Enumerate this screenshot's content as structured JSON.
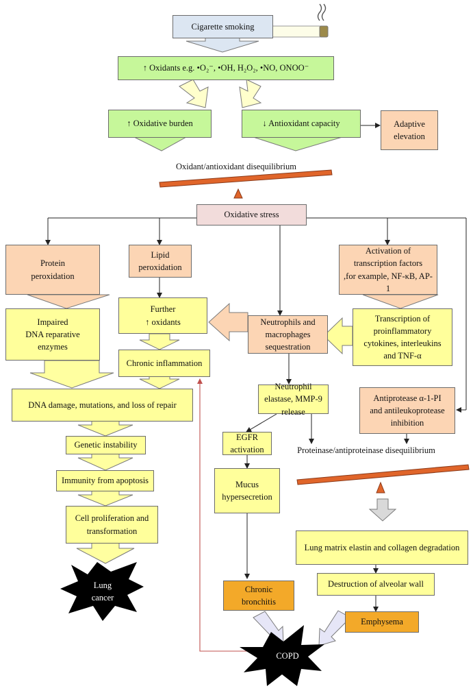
{
  "nodes": {
    "cigarette_smoking": "Cigarette smoking",
    "oxidants": "↑ Oxidants e.g. •O₂⁻, •OH, H₂O₂, •NO, ONOO⁻",
    "oxidative_burden": "↑ Oxidative burden",
    "antioxidant_capacity": "↓ Antioxidant capacity",
    "adaptive_elevation": "Adaptive\nelevation",
    "oxidant_disequilibrium": "Oxidant/antioxidant disequilibrium",
    "oxidative_stress": "Oxidative stress",
    "protein_peroxidation": "Protein\nperoxidation",
    "lipid_peroxidation": "Lipid\nperoxidation",
    "transcription_factors": "Activation of\ntranscription factors\n,for example, NF-κB, AP-1",
    "impaired_dna": "Impaired\nDNA reparative\nenzymes",
    "further_oxidants": "Further\n↑ oxidants",
    "neutrophils": "Neutrophils and\nmacrophages\nsequestration",
    "transcription_cytokines": "Transcription of\nproinflammatory\ncytokines, interleukins\nand TNF-α",
    "chronic_inflammation": "Chronic inflammation",
    "dna_damage": "DNA damage, mutations, and loss of repair",
    "neutrophil_elastase": "Neutrophil\nelastase, MMP-9\nrelease",
    "antiprotease": "Antiprotease α-1-PI\nand antileukoprotease\ninhibition",
    "genetic_instability": "Genetic instability",
    "egfr": "EGFR\nactivation",
    "proteinase_disequilibrium": "Proteinase/antiproteinase disequilibrium",
    "immunity_apoptosis": "Immunity from apoptosis",
    "cell_proliferation": "Cell proliferation and\ntransformation",
    "mucus": "Mucus\nhypersecretion",
    "lung_matrix": "Lung matrix elastin and collagen degradation",
    "destruction": "Destruction of alveolar wall",
    "lung_cancer": "Lung\ncancer",
    "chronic_bronchitis": "Chronic\nbronchitis",
    "emphysema": "Emphysema",
    "copd": "COPD"
  },
  "colors": {
    "green": "#c6f79a",
    "yellow": "#ffff9b",
    "peach": "#fcd5b4",
    "pink": "#f2dcdb",
    "orange": "#f3a929",
    "blue": "#dce6f2",
    "balance_beam": "#e0652a",
    "feedback_arrow": "#c0504d"
  },
  "icons": [
    "cigarette-icon",
    "balance-scale-icon",
    "explosion-star-icon"
  ]
}
